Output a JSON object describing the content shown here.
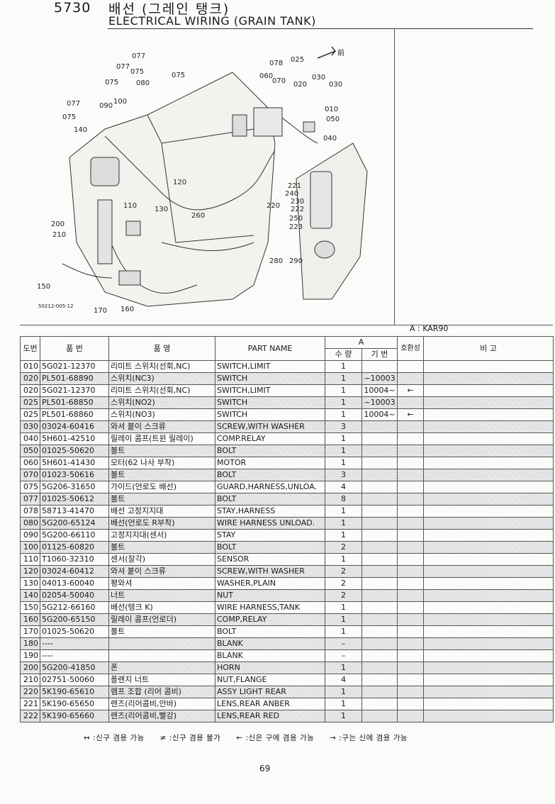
{
  "header": {
    "section_no": "5730",
    "title_ko": "배선 (그레인 탱크)",
    "title_en": "ELECTRICAL WIRING (GRAIN TANK)"
  },
  "diagram": {
    "labels": [
      "077",
      "077",
      "075",
      "075",
      "075",
      "080",
      "100",
      "090",
      "077",
      "075",
      "140",
      "078",
      "025",
      "060",
      "070",
      "020",
      "030",
      "030",
      "010",
      "050",
      "040",
      "120",
      "110",
      "130",
      "260",
      "200",
      "210",
      "150",
      "170",
      "160",
      "221",
      "240",
      "230",
      "220",
      "222",
      "250",
      "223",
      "280",
      "290"
    ],
    "direction_label": "前",
    "figure_code": "50212-005-12"
  },
  "table": {
    "model_label": "A : KAR90",
    "headers": {
      "no": "도번",
      "part_no": "품 번",
      "name_ko": "품 영",
      "name_en": "PART NAME",
      "group": "A",
      "qty": "수 량",
      "serial": "기 번",
      "interchange": "호환성",
      "remarks": "비 고"
    },
    "rows": [
      {
        "no": "010",
        "part_no": "5G021-12370",
        "name_ko": "리미트 스위치(선회,NC)",
        "name_en": "SWITCH,LIMIT",
        "qty": "1",
        "serial": "",
        "interchange": "",
        "shade": false
      },
      {
        "no": "020",
        "part_no": "PL501-68890",
        "name_ko": "스위치(NC3)",
        "name_en": "SWITCH",
        "qty": "1",
        "serial": "~10003",
        "interchange": "",
        "shade": true
      },
      {
        "no": "020",
        "part_no": "5G021-12370",
        "name_ko": "리미트 스위치(선회,NC)",
        "name_en": "SWITCH,LIMIT",
        "qty": "1",
        "serial": "10004~",
        "interchange": "←",
        "shade": false
      },
      {
        "no": "025",
        "part_no": "PL501-68850",
        "name_ko": "스위치(NO2)",
        "name_en": "SWITCH",
        "qty": "1",
        "serial": "~10003",
        "interchange": "",
        "shade": true
      },
      {
        "no": "025",
        "part_no": "PL501-68860",
        "name_ko": "스위치(NO3)",
        "name_en": "SWITCH",
        "qty": "1",
        "serial": "10004~",
        "interchange": "←",
        "shade": false
      },
      {
        "no": "030",
        "part_no": "03024-60416",
        "name_ko": "와셔 붙이 스크류",
        "name_en": "SCREW,WITH WASHER",
        "qty": "3",
        "serial": "",
        "interchange": "",
        "shade": true
      },
      {
        "no": "040",
        "part_no": "5H601-42510",
        "name_ko": "릴레이 콤프(트윈 릴레이)",
        "name_en": "COMP.RELAY",
        "qty": "1",
        "serial": "",
        "interchange": "",
        "shade": false
      },
      {
        "no": "050",
        "part_no": "01025-50620",
        "name_ko": "볼트",
        "name_en": "BOLT",
        "qty": "1",
        "serial": "",
        "interchange": "",
        "shade": true
      },
      {
        "no": "060",
        "part_no": "5H601-41430",
        "name_ko": "모터(62 나사 부착)",
        "name_en": "MOTOR",
        "qty": "1",
        "serial": "",
        "interchange": "",
        "shade": false
      },
      {
        "no": "070",
        "part_no": "01023-50616",
        "name_ko": "볼트",
        "name_en": "BOLT",
        "qty": "3",
        "serial": "",
        "interchange": "",
        "shade": true
      },
      {
        "no": "075",
        "part_no": "5G206-31650",
        "name_ko": "가이드(언로도 배선)",
        "name_en": "GUARD,HARNESS,UNLOA.",
        "qty": "4",
        "serial": "",
        "interchange": "",
        "shade": false
      },
      {
        "no": "077",
        "part_no": "01025-50612",
        "name_ko": "볼트",
        "name_en": "BOLT",
        "qty": "8",
        "serial": "",
        "interchange": "",
        "shade": true
      },
      {
        "no": "078",
        "part_no": "58713-41470",
        "name_ko": "배선 고정지지대",
        "name_en": "STAY,HARNESS",
        "qty": "1",
        "serial": "",
        "interchange": "",
        "shade": false
      },
      {
        "no": "080",
        "part_no": "5G200-65124",
        "name_ko": "배선(언로도 R부착)",
        "name_en": "WIRE HARNESS UNLOAD.",
        "qty": "1",
        "serial": "",
        "interchange": "",
        "shade": true
      },
      {
        "no": "090",
        "part_no": "5G200-66110",
        "name_ko": "고정지지대(센서)",
        "name_en": "STAY",
        "qty": "1",
        "serial": "",
        "interchange": "",
        "shade": false
      },
      {
        "no": "100",
        "part_no": "01125-60820",
        "name_ko": "볼트",
        "name_en": "BOLT",
        "qty": "2",
        "serial": "",
        "interchange": "",
        "shade": true
      },
      {
        "no": "110",
        "part_no": "T1060-32310",
        "name_ko": "센서(잘각)",
        "name_en": "SENSOR",
        "qty": "1",
        "serial": "",
        "interchange": "",
        "shade": false
      },
      {
        "no": "120",
        "part_no": "03024-60412",
        "name_ko": "와셔 붙이 스크류",
        "name_en": "SCREW,WITH WASHER",
        "qty": "2",
        "serial": "",
        "interchange": "",
        "shade": true
      },
      {
        "no": "130",
        "part_no": "04013-60040",
        "name_ko": "평와셔",
        "name_en": "WASHER,PLAIN",
        "qty": "2",
        "serial": "",
        "interchange": "",
        "shade": false
      },
      {
        "no": "140",
        "part_no": "02054-50040",
        "name_ko": "너트",
        "name_en": "NUT",
        "qty": "2",
        "serial": "",
        "interchange": "",
        "shade": true
      },
      {
        "no": "150",
        "part_no": "5G212-66160",
        "name_ko": "배선(탱크 K)",
        "name_en": "WIRE HARNESS,TANK",
        "qty": "1",
        "serial": "",
        "interchange": "",
        "shade": false
      },
      {
        "no": "160",
        "part_no": "5G200-65150",
        "name_ko": "릴레이 콤프(언로더)",
        "name_en": "COMP,RELAY",
        "qty": "1",
        "serial": "",
        "interchange": "",
        "shade": true
      },
      {
        "no": "170",
        "part_no": "01025-50620",
        "name_ko": "볼트",
        "name_en": "BOLT",
        "qty": "1",
        "serial": "",
        "interchange": "",
        "shade": false
      },
      {
        "no": "180",
        "part_no": "----",
        "name_ko": "",
        "name_en": "BLANK",
        "qty": "–",
        "serial": "",
        "interchange": "",
        "shade": true
      },
      {
        "no": "190",
        "part_no": "----",
        "name_ko": "",
        "name_en": "BLANK",
        "qty": "–",
        "serial": "",
        "interchange": "",
        "shade": false
      },
      {
        "no": "200",
        "part_no": "5G200-41850",
        "name_ko": "폰",
        "name_en": "HORN",
        "qty": "1",
        "serial": "",
        "interchange": "",
        "shade": true
      },
      {
        "no": "210",
        "part_no": "02751-50060",
        "name_ko": "플랜지 너트",
        "name_en": "NUT,FLANGE",
        "qty": "4",
        "serial": "",
        "interchange": "",
        "shade": false
      },
      {
        "no": "220",
        "part_no": "5K190-65610",
        "name_ko": "램프 조합 (리어 콤비)",
        "name_en": "ASSY LIGHT REAR",
        "qty": "1",
        "serial": "",
        "interchange": "",
        "shade": true
      },
      {
        "no": "221",
        "part_no": "5K190-65650",
        "name_ko": "렌즈(리어콤비,안바)",
        "name_en": "LENS,REAR ANBER",
        "qty": "1",
        "serial": "",
        "interchange": "",
        "shade": false
      },
      {
        "no": "222",
        "part_no": "5K190-65660",
        "name_ko": "렌즈(리어콤비,빨강)",
        "name_en": "LENS,REAR RED",
        "qty": "1",
        "serial": "",
        "interchange": "",
        "shade": true
      }
    ]
  },
  "legend": [
    "↔ :신구 겸용 가능",
    "≠ :신구 겸용 불가",
    "← :신은 구에 겸용 가능",
    "→ :구는 신에 겸용 가능"
  ],
  "page_number": "69"
}
